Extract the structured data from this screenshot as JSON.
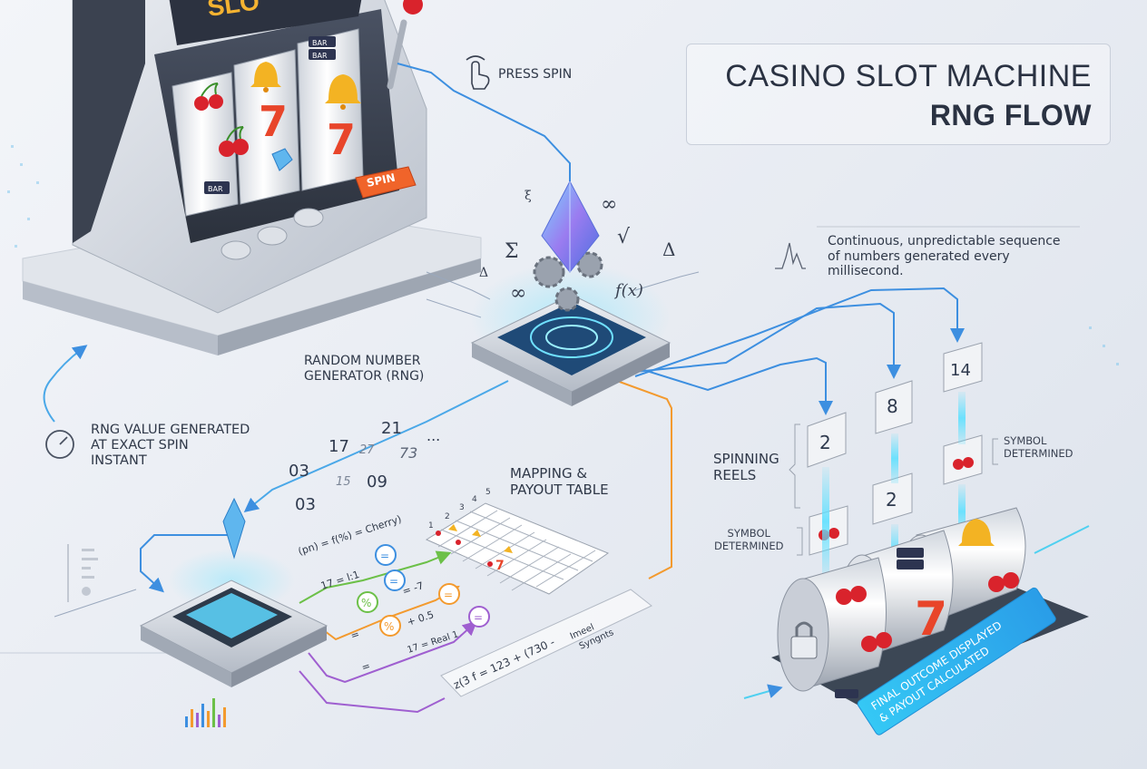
{
  "title": {
    "line1": "CASINO SLOT MACHINE",
    "line2": "RNG FLOW"
  },
  "machine": {
    "marquee": "SLO",
    "spin_button": "SPIN",
    "reel_symbols": [
      "cherry",
      "bell",
      "bell",
      "7",
      "7",
      "cherry",
      "diamond",
      "BAR",
      "BAR BAR"
    ]
  },
  "labels": {
    "press_spin": "PRESS SPIN",
    "rng_line1": "RANDOM NUMBER",
    "rng_line2": "GENERATOR (RNG)",
    "rng_value_line1": "RNG VALUE GENERATED",
    "rng_value_line2": "AT EXACT SPIN",
    "rng_value_line3": "INSTANT",
    "sequence_line1": "Continuous, unpredictable sequence",
    "sequence_line2": "of numbers generated every",
    "sequence_line3": "millisecond.",
    "mapping_line1": "MAPPING &",
    "mapping_line2": "PAYOUT TABLE",
    "spinning_line1": "SPINNING",
    "spinning_line2": "REELS",
    "symbol_det_top_1": "SYMBOL",
    "symbol_det_top_2": "DETERMINED",
    "symbol_det_left_1": "SYMBOL",
    "symbol_det_left_2": "DETERMINED",
    "final_line1": "FINAL OUTCOME DISPLAYED",
    "final_line2": "& PAYOUT CALCULATED"
  },
  "math_symbols": [
    "ξ",
    "∞",
    "√",
    "Δ",
    "Σ",
    "∞",
    "f(x)",
    "Δ"
  ],
  "number_stream": [
    "03",
    "17",
    "21",
    "27",
    "73",
    "...",
    "15",
    "09",
    "03"
  ],
  "reel_numbers": {
    "reel1": "2",
    "reel2": "8",
    "reel2_lower": "2",
    "reel3": "14"
  },
  "formulas": {
    "f1": "(pn) = f(%) = Cherry)",
    "f2": "17 = l:1",
    "f3": "= -7",
    "f4": "+ 0.5",
    "f5": "=",
    "f6": "17 = Real 1",
    "f7": "=",
    "bottom": "z(3 f = 123 + (730 -",
    "bracket_line1": "Imeel",
    "bracket_line2": "Syngnts"
  },
  "table_header": [
    "1",
    "2",
    "3",
    "4",
    "5"
  ],
  "colors": {
    "blue": "#3d8fe0",
    "cyan": "#4fd0f0",
    "orange": "#f39a2e",
    "green": "#6cc048",
    "purple": "#9f5fd0",
    "spin": "#f0642a"
  }
}
